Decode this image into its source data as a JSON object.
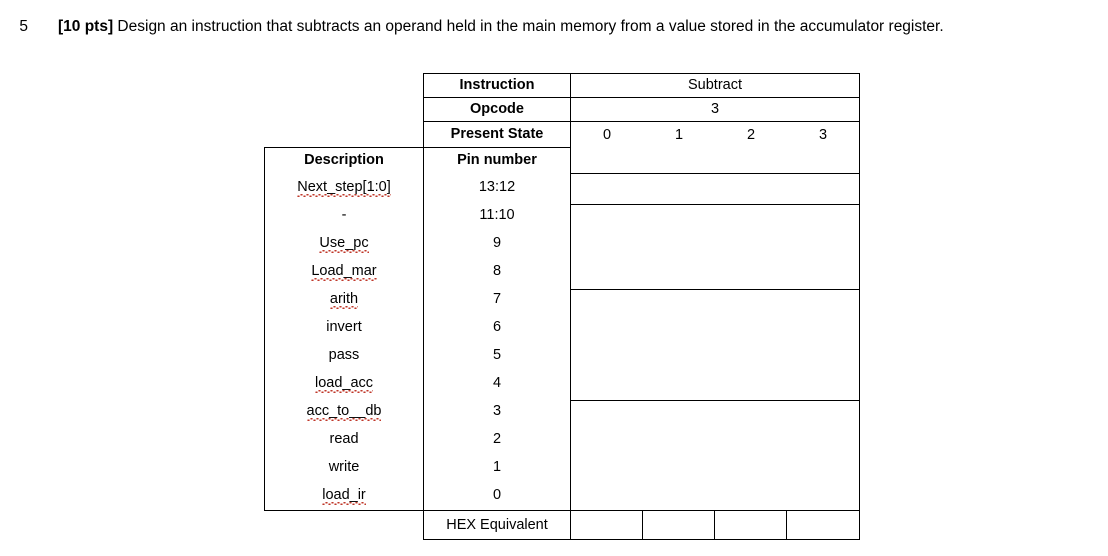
{
  "question": {
    "number": "5",
    "points_label": "[10 pts]",
    "text": " Design an instruction that subtracts an operand held in the main memory from a value stored in the accumulator register."
  },
  "table": {
    "header": {
      "instruction_label": "Instruction",
      "instruction_value": "Subtract",
      "opcode_label": "Opcode",
      "opcode_value": "3",
      "present_state_label": "Present State",
      "present_state_values": [
        "0",
        "1",
        "2",
        "3"
      ],
      "description_label": "Description",
      "pin_number_label": "Pin number"
    },
    "rows": [
      {
        "description": "Next_step[1:0]",
        "pin": "13:12",
        "misspelled": true
      },
      {
        "description": "-",
        "pin": "11:10",
        "misspelled": false
      },
      {
        "description": "Use_pc",
        "pin": "9",
        "misspelled": true
      },
      {
        "description": "Load_mar",
        "pin": "8",
        "misspelled": true
      },
      {
        "description": "arith",
        "pin": "7",
        "misspelled": true
      },
      {
        "description": "invert",
        "pin": "6",
        "misspelled": false
      },
      {
        "description": "pass",
        "pin": "5",
        "misspelled": false
      },
      {
        "description": "load_acc",
        "pin": "4",
        "misspelled": true
      },
      {
        "description": "acc_to__db",
        "pin": "3",
        "misspelled": true
      },
      {
        "description": "read",
        "pin": "2",
        "misspelled": false
      },
      {
        "description": "write",
        "pin": "1",
        "misspelled": false
      },
      {
        "description": "load_ir",
        "pin": "0",
        "misspelled": true
      }
    ],
    "footer": {
      "hex_label": "HEX Equivalent",
      "hex_values": [
        "",
        "",
        "",
        ""
      ]
    },
    "answer_blocks": [
      "",
      "",
      "",
      ""
    ]
  },
  "colors": {
    "border": "#000000",
    "text": "#000000",
    "spellcheck": "#c0392b",
    "background": "#ffffff"
  }
}
